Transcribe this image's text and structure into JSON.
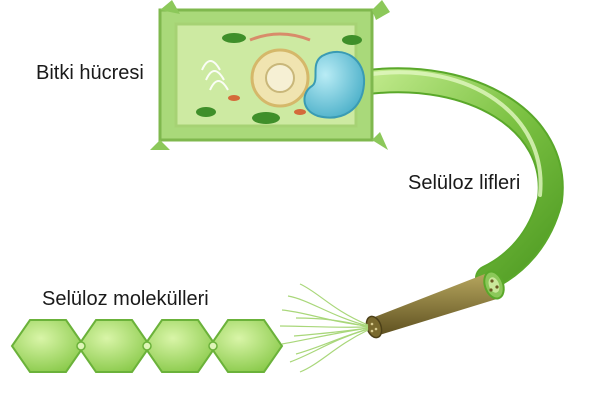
{
  "labels": {
    "plant_cell": "Bitki hücresi",
    "cellulose_fibers": "Selüloz lifleri",
    "cellulose_molecules": "Selüloz molekülleri"
  },
  "colors": {
    "cell_wall": "#9ed36a",
    "cytoplasm": "#c9e89a",
    "vacuole": "#6cc7d9",
    "nucleus": "#e7d9a0",
    "fiber_tube": "#7cc243",
    "fiber_core": "#7a6a2e",
    "hexagon": "#9fd660"
  },
  "molecule_units": 4
}
